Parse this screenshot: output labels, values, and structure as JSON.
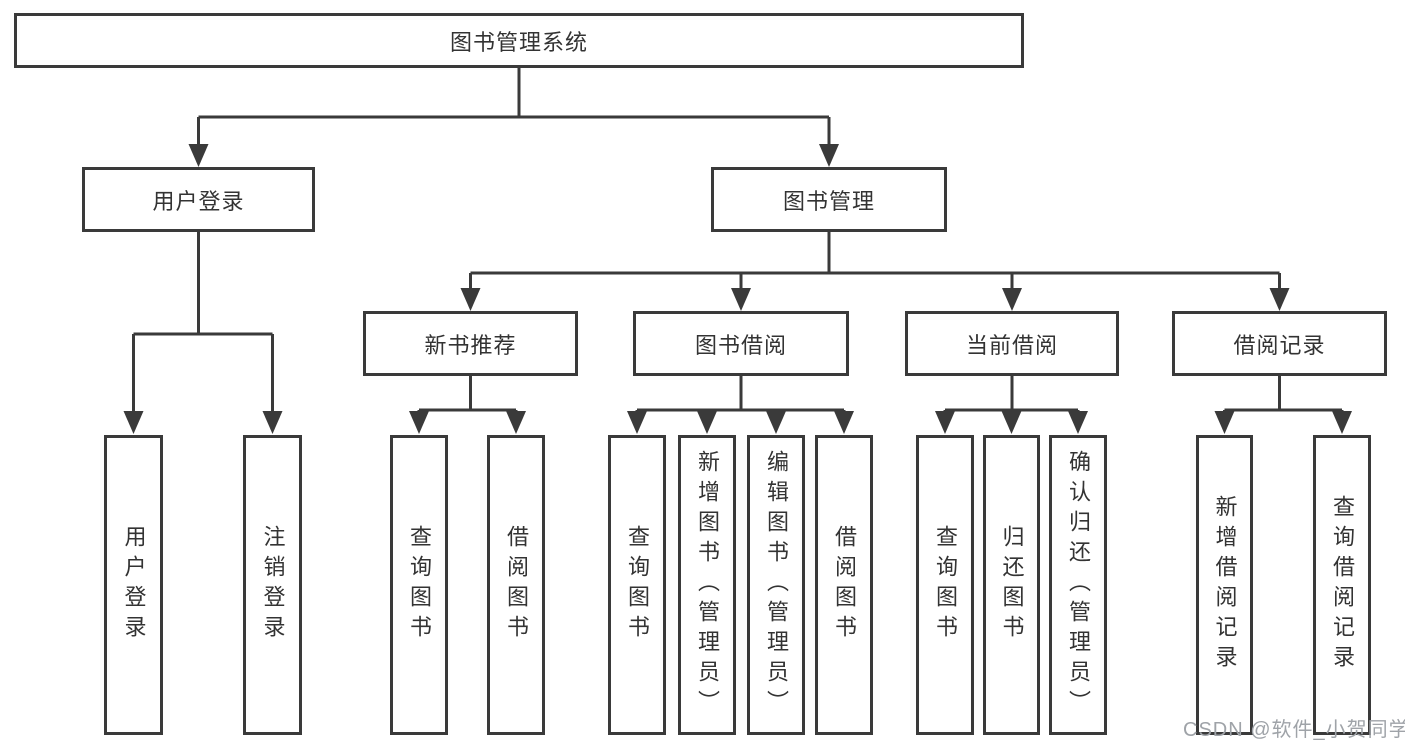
{
  "tree": {
    "root": {
      "label": "图书管理系统",
      "children": [
        {
          "label": "用户登录",
          "children": [
            {
              "label": "用户登录"
            },
            {
              "label": "注销登录"
            }
          ]
        },
        {
          "label": "图书管理",
          "children": [
            {
              "label": "新书推荐",
              "children": [
                {
                  "label": "查询图书"
                },
                {
                  "label": "借阅图书"
                }
              ]
            },
            {
              "label": "图书借阅",
              "children": [
                {
                  "label": "查询图书"
                },
                {
                  "label": "新增图书（管理员）"
                },
                {
                  "label": "编辑图书（管理员）"
                },
                {
                  "label": "借阅图书"
                }
              ]
            },
            {
              "label": "当前借阅",
              "children": [
                {
                  "label": "查询图书"
                },
                {
                  "label": "归还图书"
                },
                {
                  "label": "确认归还（管理员）"
                }
              ]
            },
            {
              "label": "借阅记录",
              "children": [
                {
                  "label": "新增借阅记录"
                },
                {
                  "label": "查询借阅记录"
                }
              ]
            }
          ]
        }
      ]
    }
  },
  "watermark": "CSDN @软件_小贺同学",
  "colors": {
    "line": "#3a3a3a",
    "box_border": "#3a3a3a",
    "text": "#333333",
    "watermark": "#9fa3a8",
    "background": "#ffffff"
  }
}
